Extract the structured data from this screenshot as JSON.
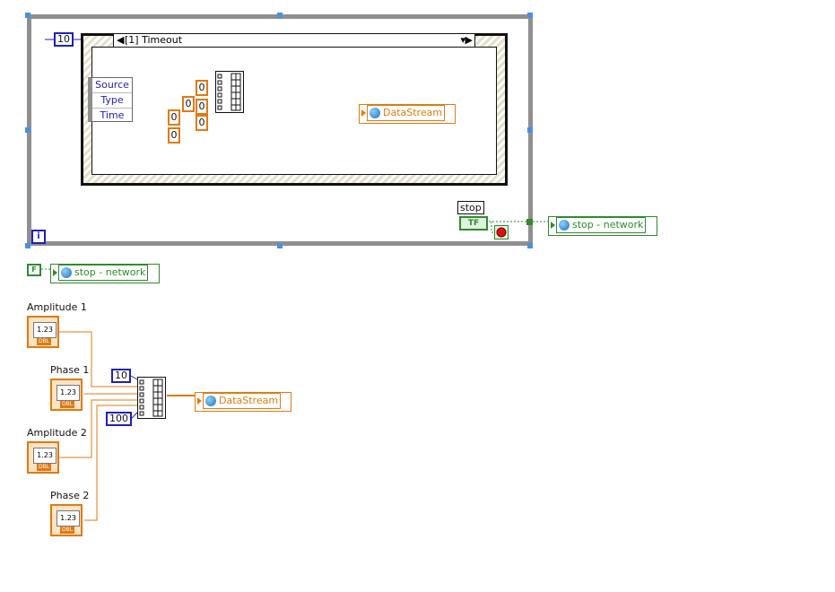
{
  "loop": {
    "timeout_value": "10",
    "iteration_label": "i",
    "stop_label": "stop",
    "stop_term": "TF"
  },
  "event": {
    "case_label": "[1] Timeout",
    "node_items": [
      "Source",
      "Type",
      "Time"
    ],
    "consts": [
      "0",
      "0",
      "0",
      "0",
      "0",
      "0"
    ]
  },
  "netvars": {
    "datastream_inner": "DataStream",
    "stop_inner_1": "stop - network",
    "stop_inner_2": "stop - network",
    "datastream_bottom": "DataStream"
  },
  "outside": {
    "bool_const": "F",
    "const_top": "10",
    "const_bottom": "100"
  },
  "controls": [
    {
      "label": "Amplitude 1",
      "display": "1.23",
      "type": "DBL"
    },
    {
      "label": "Phase 1",
      "display": "1.23",
      "type": "DBL"
    },
    {
      "label": "Amplitude 2",
      "display": "1.23",
      "type": "DBL"
    },
    {
      "label": "Phase 2",
      "display": "1.23",
      "type": "DBL"
    }
  ],
  "colors": {
    "integer_wire": "#1f1fbf",
    "double_wire": "#e07a10",
    "boolean_wire": "#2e8b2e",
    "structure_frame": "#8f8f8f"
  }
}
